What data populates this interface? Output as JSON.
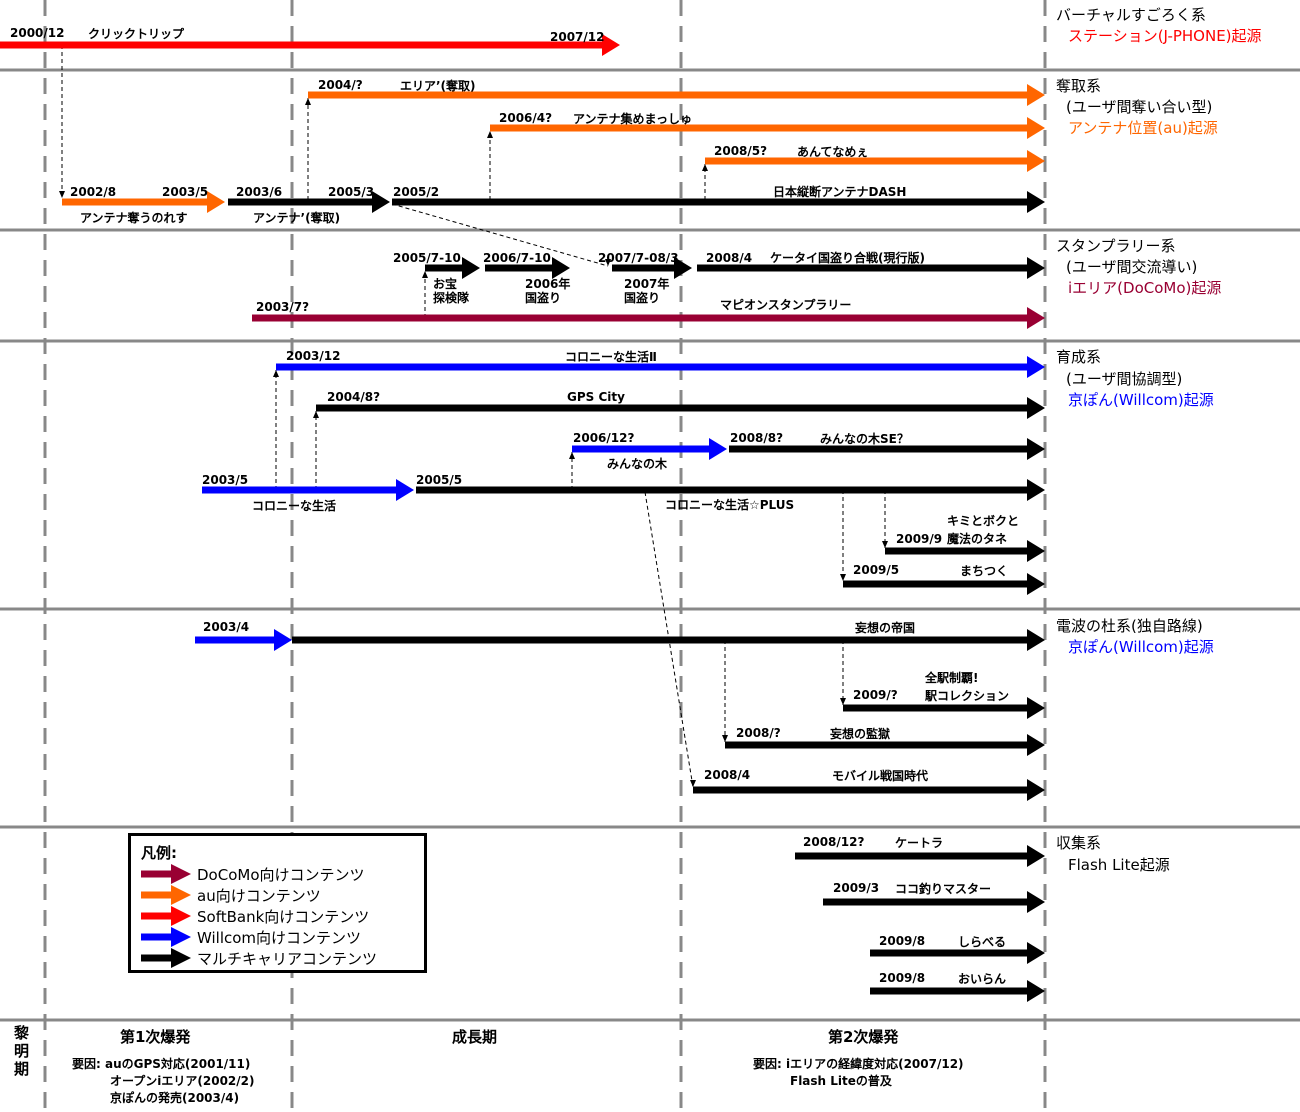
{
  "colors": {
    "docomo": "#990033",
    "au": "#ff6600",
    "softbank": "#ff0000",
    "willcom": "#0000ff",
    "multi": "#000000"
  },
  "categories": {
    "sugoroku": {
      "name": "バーチャルすごろく系",
      "origin": "ステーション(J-PHONE)起源"
    },
    "dasshu": {
      "name": "奪取系",
      "type": "(ユーザ間奪い合い型)",
      "origin": "アンテナ位置(au)起源"
    },
    "stamp": {
      "name": "スタンプラリー系",
      "type": "(ユーザ間交流導い)",
      "origin": "iエリア(DoCoMo)起源"
    },
    "ikusei": {
      "name": "育成系",
      "type": "(ユーザ間協調型)",
      "origin": "京ぽん(Willcom)起源"
    },
    "denpa": {
      "name": "電波の杜系(独自路線)",
      "origin": "京ぽん(Willcom)起源"
    },
    "shushu": {
      "name": "収集系",
      "origin": "Flash Lite起源"
    }
  },
  "labels": {
    "clicktrip_start": "2000/12",
    "clicktrip": "クリックトリップ",
    "clicktrip_end": "2007/12",
    "area_date": "2004/?",
    "area": "エリア’(奪取)",
    "atsume_date": "2006/4?",
    "atsume": "アンテナ集めまっしゅ",
    "antename_date": "2008/5?",
    "antename": "あんてなめぇ",
    "ubau_start": "2002/8",
    "ubau_end": "2003/5",
    "ubau": "アンテナ奪うのれす",
    "antenna_start": "2003/6",
    "antenna_end": "2005/3",
    "antenna": "アンテナ’(奪取)",
    "dash_date": "2005/2",
    "dash": "日本縦断アンテナDASH",
    "otakara_date": "2005/7-10",
    "otakara": "お宝\n探検隊",
    "kunitori2006_date": "2006/7-10",
    "kunitori2006": "2006年\n国盗り",
    "kunitori2007_date": "2007/7-08/3",
    "kunitori2007": "2007年\n国盗り",
    "kunitori_date": "2008/4",
    "kunitori": "ケータイ国盗り合戦(現行版)",
    "mapion_date": "2003/7?",
    "mapion": "マピオンスタンプラリー",
    "colony2_date": "2003/12",
    "colony2": "コロニーな生活Ⅱ",
    "gpscity_date": "2004/8?",
    "gpscity": "GPS City",
    "minna_date": "2006/12?",
    "minna": "みんなの木",
    "minnase_date": "2008/8?",
    "minnase": "みんなの木SE？",
    "colony_date": "2003/5",
    "colony": "コロニーな生活",
    "colonyplus_date": "2005/5",
    "colonyplus": "コロニーな生活☆PLUS",
    "kimiboku_date": "2009/9",
    "kimiboku_1": "キミとボクと",
    "kimiboku_2": "魔法のタネ",
    "machitsuku_date": "2009/5",
    "machitsuku": "まちつく",
    "teikoku_date": "2003/4",
    "teikoku": "妄想の帝国",
    "ekicolle_date": "2009/?",
    "ekicolle_1": "全駅制覇!",
    "ekicolle_2": "駅コレクション",
    "kangoku_date": "2008/?",
    "kangoku": "妄想の監獄",
    "sengoku_date": "2008/4",
    "sengoku": "モバイル戦国時代",
    "ketora_date": "2008/12?",
    "ketora": "ケートラ",
    "kokotsuri_date": "2009/3",
    "kokotsuri": "ココ釣りマスター",
    "shiraberu_date": "2009/8",
    "shiraberu": "しらべる",
    "oiran_date": "2009/8",
    "oiran": "おいらん"
  },
  "legend": {
    "title": "凡例:",
    "items": [
      {
        "label": "DoCoMo向けコンテンツ",
        "color": "#990033"
      },
      {
        "label": "au向けコンテンツ",
        "color": "#ff6600"
      },
      {
        "label": "SoftBank向けコンテンツ",
        "color": "#ff0000"
      },
      {
        "label": "Willcom向けコンテンツ",
        "color": "#0000ff"
      },
      {
        "label": "マルチキャリアコンテンツ",
        "color": "#000000"
      }
    ]
  },
  "periods": {
    "dawn": "黎明期",
    "first_boom": "第1次爆発",
    "first_factors": [
      "要因: auのGPS対応(2001/11)",
      "オープンiエリア(2002/2)",
      "京ぽんの発売(2003/4)"
    ],
    "growth": "成長期",
    "second_boom": "第2次爆発",
    "second_factors": [
      "要因: iエリアの経緯度対応(2007/12)",
      "Flash Liteの普及"
    ]
  }
}
